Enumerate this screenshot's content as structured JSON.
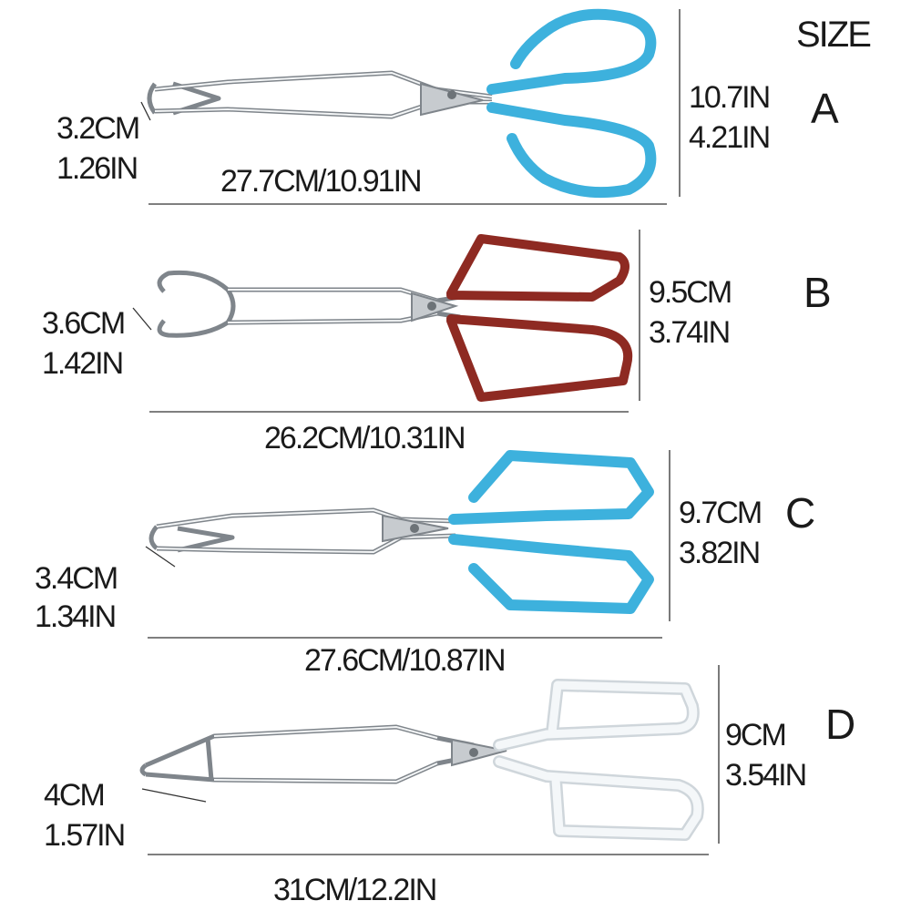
{
  "title": "SIZE",
  "items": [
    {
      "letter": "A",
      "width": "27.7CM/10.91IN",
      "tip_cm": "3.2CM",
      "tip_in": "1.26IN",
      "handle_cm": "10.7IN",
      "handle_in": "4.21IN",
      "handle_color": "#3db1dd"
    },
    {
      "letter": "B",
      "width": "26.2CM/10.31IN",
      "tip_cm": "3.6CM",
      "tip_in": "1.42IN",
      "handle_cm": "9.5CM",
      "handle_in": "3.74IN",
      "handle_color": "#8e2a22"
    },
    {
      "letter": "C",
      "width": "27.6CM/10.87IN",
      "tip_cm": "3.4CM",
      "tip_in": "1.34IN",
      "handle_cm": "9.7CM",
      "handle_in": "3.82IN",
      "handle_color": "#3db1dd"
    },
    {
      "letter": "D",
      "width": "31CM/12.2IN",
      "tip_cm": "4CM",
      "tip_in": "1.57IN",
      "handle_cm": "9CM",
      "handle_in": "3.54IN",
      "handle_color": "#eef3f6"
    }
  ]
}
